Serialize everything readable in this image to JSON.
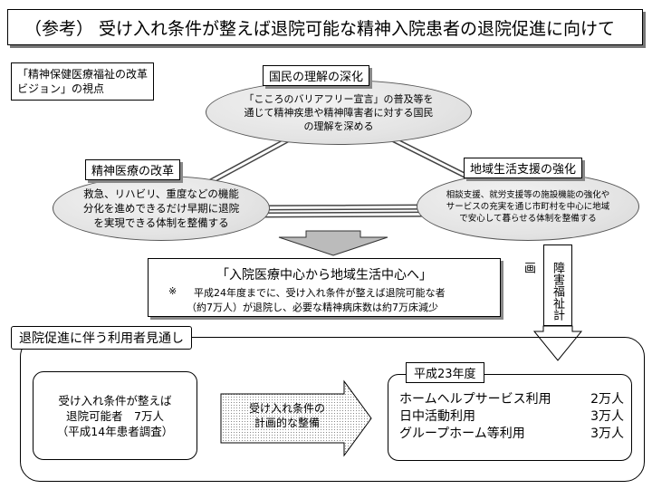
{
  "title": "（参考）  受け入れ条件が整えば退院可能な精神入院患者の退院促進に向けて",
  "vision_label": "「精神保健医療福祉の改革ビジョン」の視点",
  "pillars": {
    "top": {
      "label": "国民の理解の深化",
      "text": "「こころのバリアフリー宣言」の普及等を通じて精神疾患や精神障害者に対する国民の理解を深める"
    },
    "left": {
      "label": "精神医療の改革",
      "text": "救急、リハビリ、重度などの機能分化を進めできるだけ早期に退院を実現できる体制を整備する"
    },
    "right": {
      "label": "地域生活支援の強化",
      "text": "相談支援、就労支援等の施設機能の強化やサービスの充実を通じ市町村を中心に地域で安心して暮らせる体制を整備する"
    }
  },
  "center": {
    "headline": "「入院医療中心から地域生活中心へ」",
    "note_mark": "※",
    "note_line1": "平成24年度までに、受け入れ条件が整えば退院可能な者",
    "note_line2": "（約7万人）が退院し、必要な精神病床数は約7万床減少"
  },
  "welfare_plan": "障害福祉計画",
  "outlook": {
    "label": "退院促進に伴う利用者見通し",
    "left_line1": "受け入れ条件が整えば",
    "left_line2": "退院可能者　7万人",
    "left_line3": "（平成14年患者調査）",
    "arrow_line1": "受け入れ条件の",
    "arrow_line2": "計画的な整備",
    "year": "平成23年度",
    "services": [
      {
        "name": "ホームヘルプサービス利用",
        "count": "2万人"
      },
      {
        "name": "日中活動利用",
        "count": "3万人"
      },
      {
        "name": "グループホーム等利用",
        "count": "3万人"
      }
    ]
  }
}
